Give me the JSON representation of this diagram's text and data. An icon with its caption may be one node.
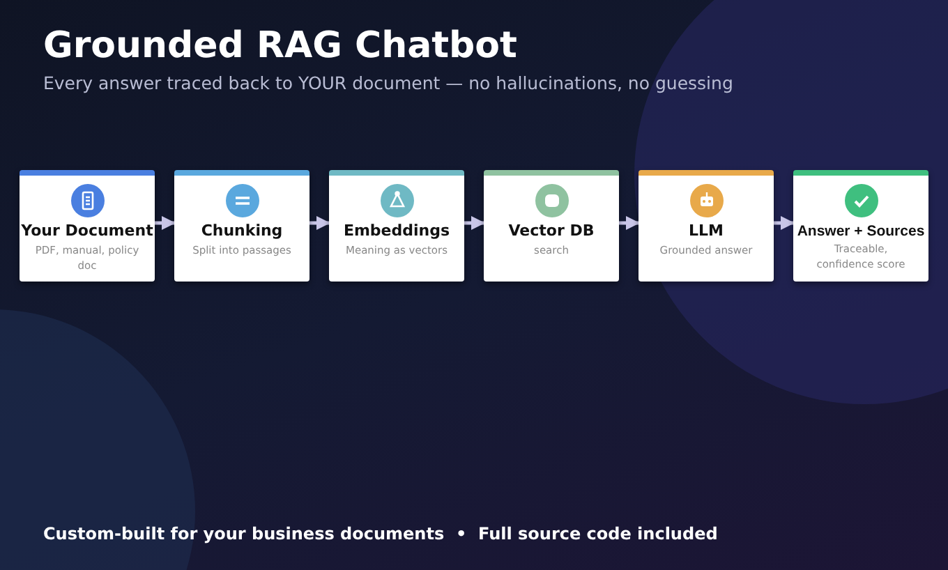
{
  "diagram": {
    "title": "Grounded RAG Chatbot",
    "nodes": [
      {
        "text": [
          "Your Document",
          "PDF, manual, policy doc"
        ]
      },
      {
        "text": [
          "Chunking",
          "Split into passages"
        ]
      },
      {
        "text": [
          "Embeddings",
          "Meaning as vectors"
        ]
      },
      {
        "text": [
          "Vector DB",
          "search"
        ]
      },
      {
        "text": [
          "LLM",
          "Grounded answer"
        ]
      },
      {
        "text": [
          "Answer + Sources",
          "Traceable, confidence score"
        ]
      }
    ],
    "edges": [
      {
        "from": 0,
        "to": 1,
        "arrow": "to"
      },
      {
        "from": 1,
        "to": 2,
        "arrow": "to"
      },
      {
        "from": 2,
        "to": 3,
        "arrow": "to"
      },
      {
        "from": 3,
        "to": 4,
        "arrow": "to"
      },
      {
        "from": 4,
        "to": 5,
        "arrow": "to"
      }
    ],
    "labels": [
      "Every answer traced back to YOUR document — no hallucinations, no guessing",
      "Custom-built for your business documents  •  Full source code included"
    ]
  }
}
